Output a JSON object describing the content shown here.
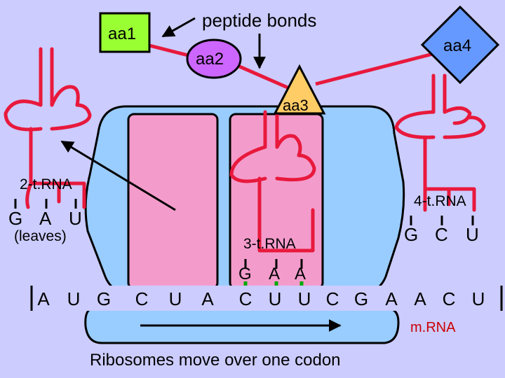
{
  "labels": {
    "aa1": "aa1",
    "aa2": "aa2",
    "aa3": "aa3",
    "aa4": "aa4",
    "peptide_bonds": "peptide bonds",
    "trna2": "2-t.RNA",
    "trna3": "3-t.RNA",
    "trna4": "4-t.RNA",
    "leaves": "(leaves)",
    "mrna": "m.RNA",
    "caption": "Ribosomes move over one codon"
  },
  "anticodons": {
    "trna2": [
      "G",
      "A",
      "U"
    ],
    "trna3": [
      "G",
      "A",
      "A"
    ],
    "trna4": [
      "G",
      "C",
      "U"
    ]
  },
  "mrna_bases": [
    "A",
    "U",
    "G",
    "C",
    "U",
    "A",
    "C",
    "U",
    "U",
    "C",
    "G",
    "A",
    "A",
    "C",
    "U"
  ],
  "colors": {
    "background": "#ccccff",
    "ribosome": "#99ccff",
    "site": "#f39ccc",
    "trna": "#e8193c",
    "aa1": "#99ff33",
    "aa2": "#cc66ff",
    "aa3": "#ffcc66",
    "aa4": "#6699ff",
    "mrna_text": "#cc0000",
    "base_pair": "#00aa00"
  }
}
